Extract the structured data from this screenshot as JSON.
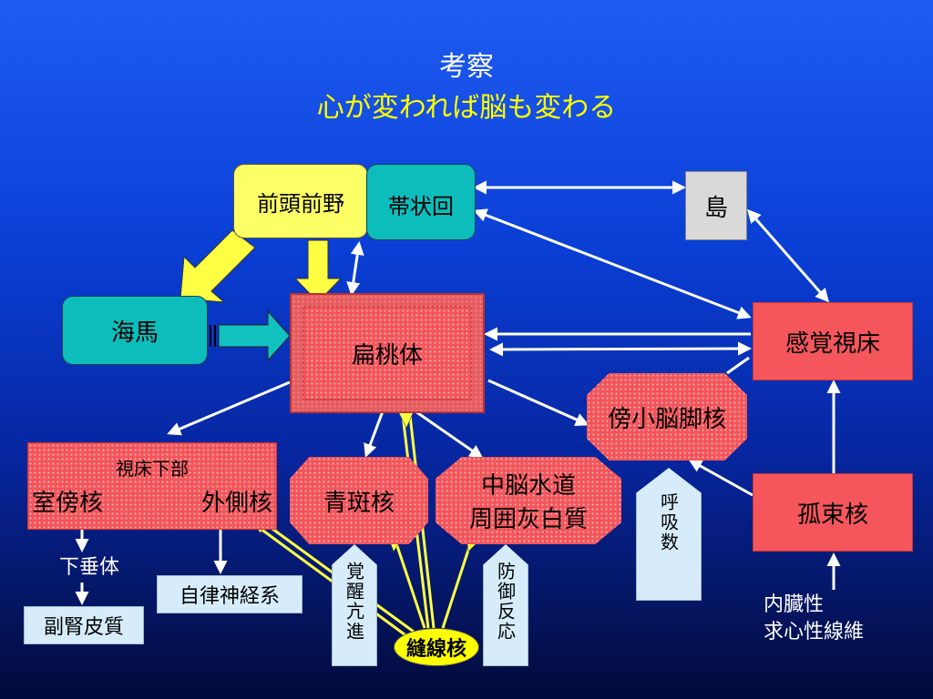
{
  "title": "考察",
  "subtitle": "心が変われば脳も変わる",
  "nodes": {
    "prefrontal": "前頭前野",
    "cingulate": "帯状回",
    "insula": "島",
    "hippocampus": "海馬",
    "amygdala": "扁桃体",
    "thalamus": "感覚視床",
    "parabrachial": "傍小脳脚核",
    "hypothalamus_title": "視床下部",
    "hypothalamus_left": "室傍核",
    "hypothalamus_right": "外側核",
    "locus": "青斑核",
    "pag_line1": "中脳水道",
    "pag_line2": "周囲灰白質",
    "solitary": "孤束核",
    "pituitary": "下垂体",
    "autonomic": "自律神経系",
    "adrenal": "副腎皮質",
    "arousal": "覚醒亢進",
    "raphe": "縫線核",
    "defense": "防御反応",
    "respiration": "呼吸数",
    "visceral_line1": "内臓性",
    "visceral_line2": "求心性線維"
  },
  "colors": {
    "red": "#f4565b",
    "teal": "#0dbdbb",
    "yellow": "#ffff66",
    "title": "#ffffff",
    "subtitle": "#ffff00",
    "insula": "#d9d9d9",
    "pale": "#d6ecfb"
  }
}
